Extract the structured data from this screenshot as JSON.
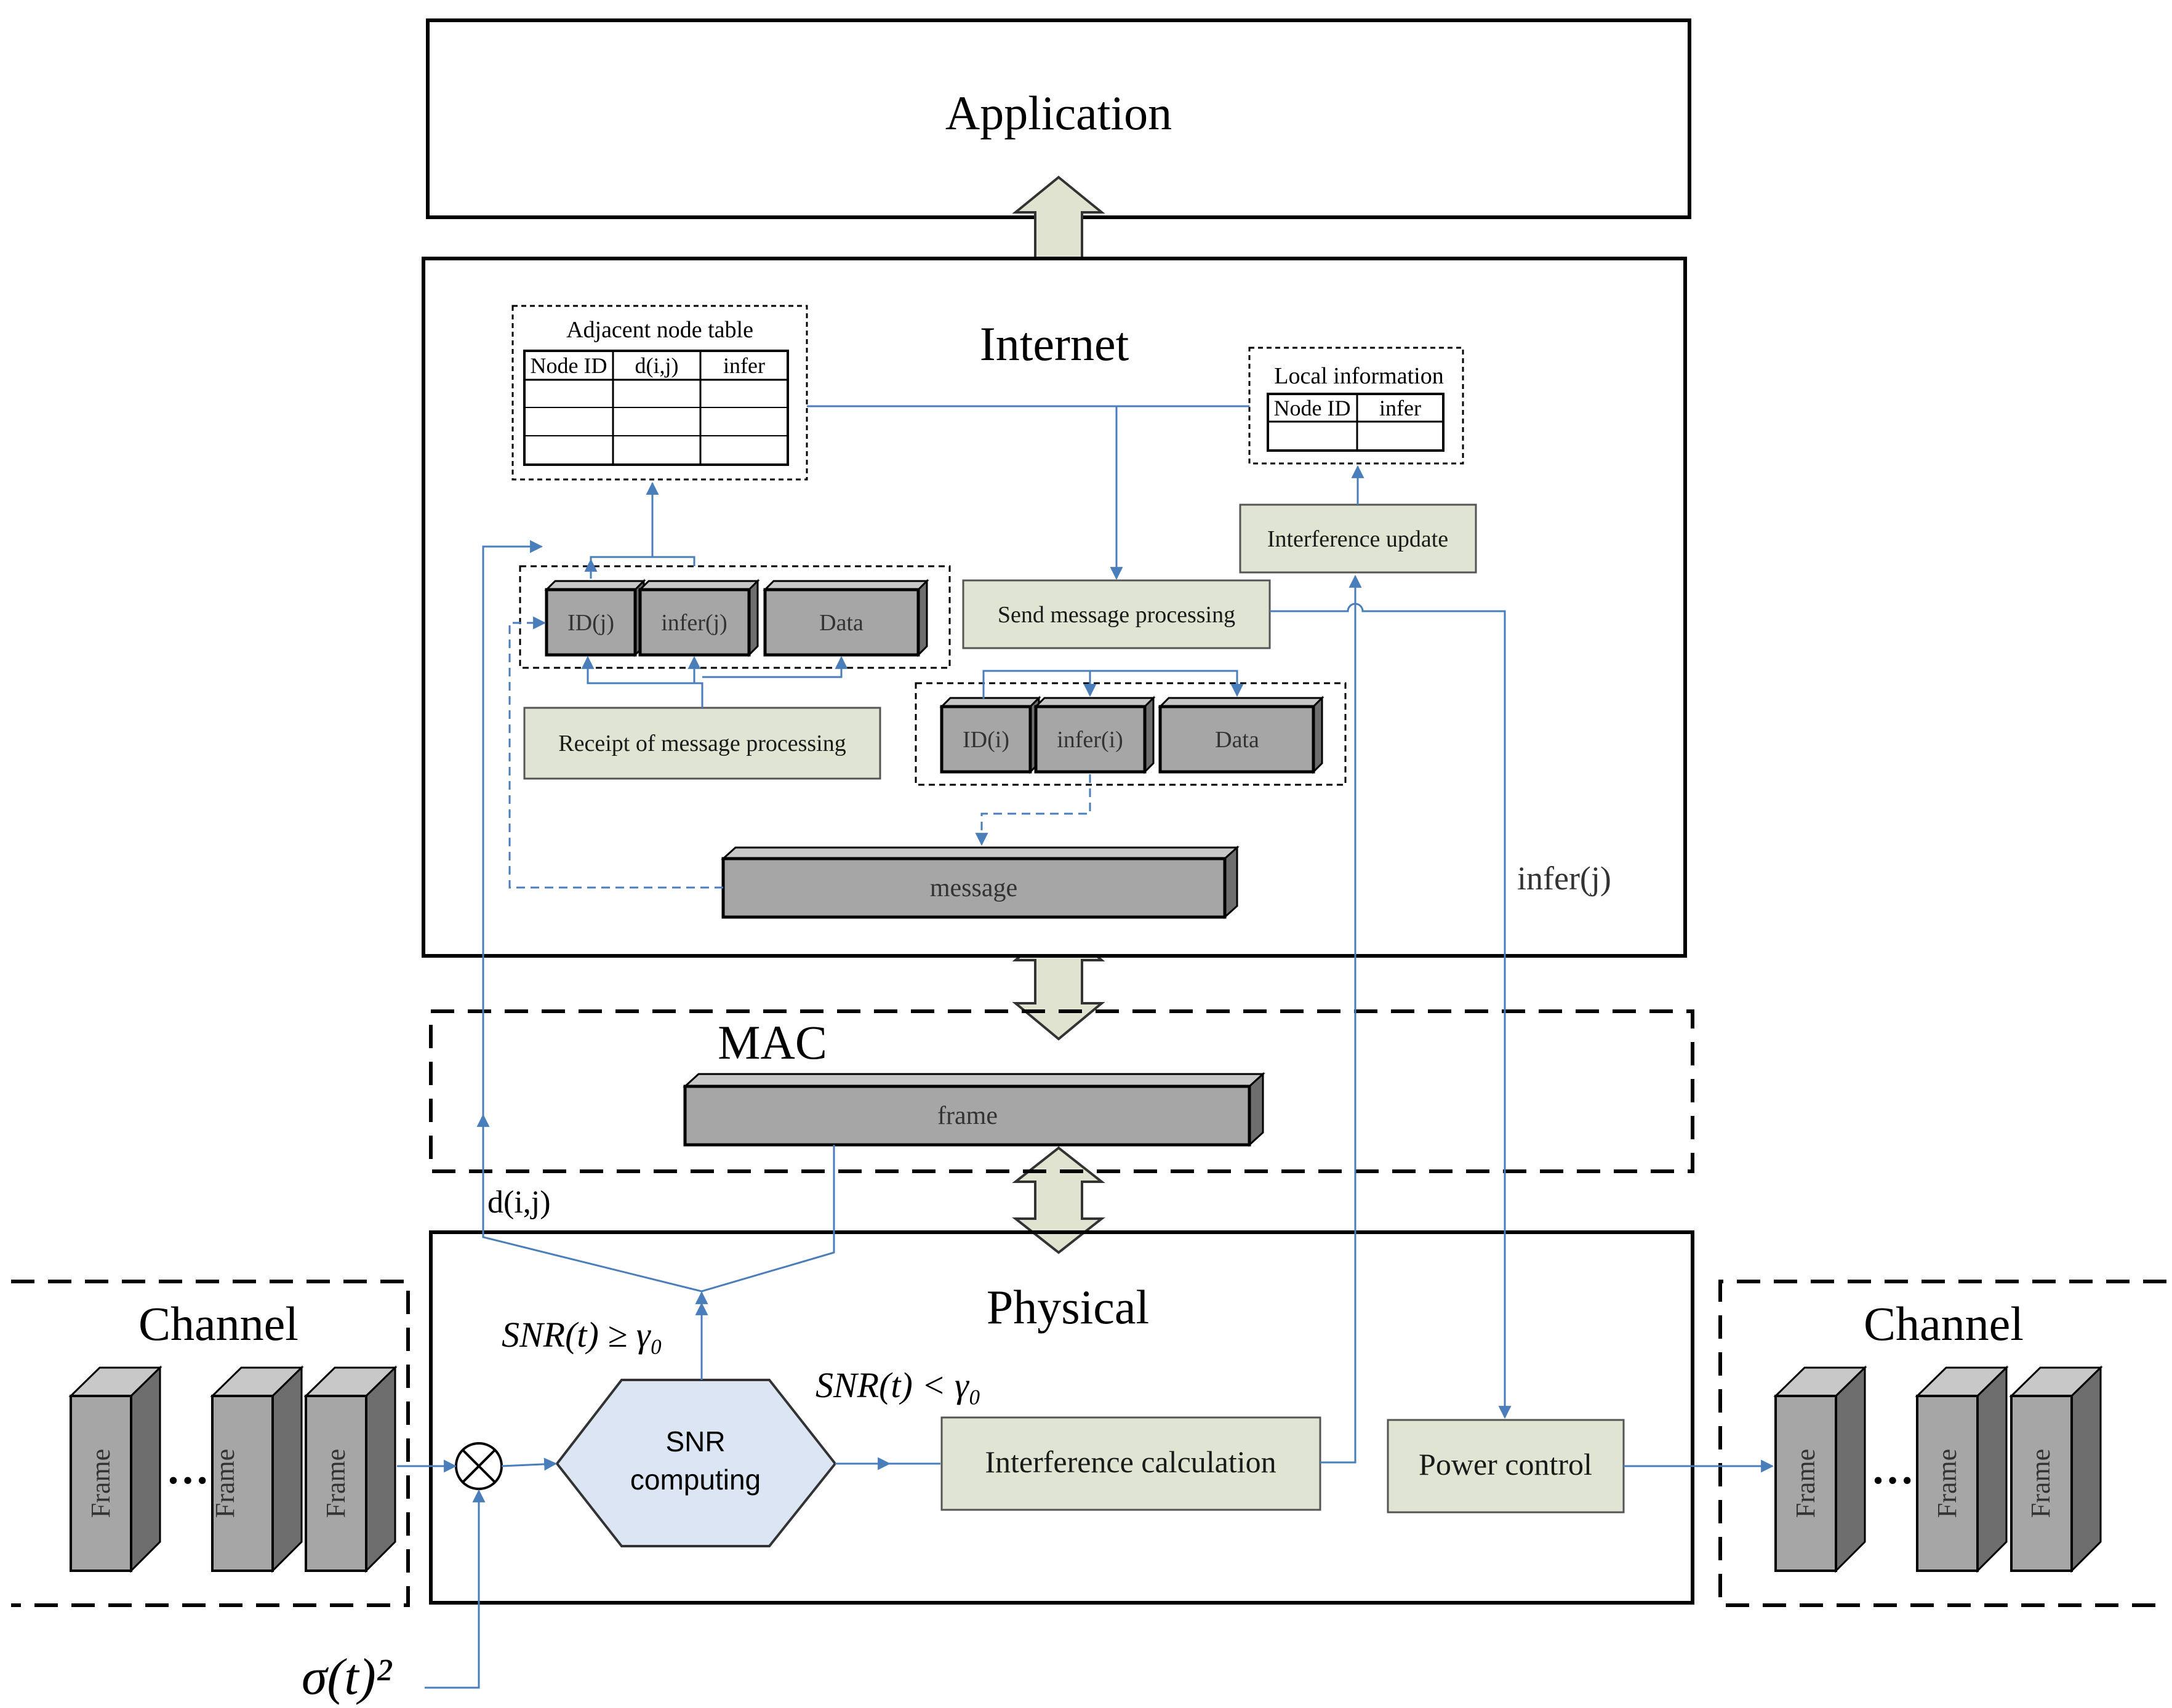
{
  "layers": {
    "application": "Application",
    "internet": "Internet",
    "mac": "MAC",
    "physical": "Physical"
  },
  "adjacent_table": {
    "title": "Adjacent node table",
    "headers": [
      "Node ID",
      "d(i,j)",
      "infer"
    ]
  },
  "local_info": {
    "title": "Local information",
    "headers": [
      "Node ID",
      "infer"
    ]
  },
  "boxes": {
    "interference_update": "Interference update",
    "send_message_processing": "Send message processing",
    "receipt_message_processing": "Receipt of message processing",
    "interference_calculation": "Interference calculation",
    "power_control": "Power control",
    "snr_line1": "SNR",
    "snr_line2": "computing"
  },
  "received_fields": [
    "ID(j)",
    "infer(j)",
    "Data"
  ],
  "sent_fields": [
    "ID(i)",
    "infer(i)",
    "Data"
  ],
  "message_label": "message",
  "frame_label": "frame",
  "channel_left": "Channel",
  "channel_right": "Channel",
  "frame_block_label": "Frame",
  "ellipsis": "…",
  "labels": {
    "infer_j": "infer(j)",
    "d_ij": "d(i,j)",
    "snr_ge": "SNR(t) ≥ γ₀",
    "snr_lt": "SNR(t) < γ₀",
    "sigma": "σ(t)²"
  },
  "colors": {
    "box_fill": "#dfe5d2",
    "block_fill": "#a6a6a6",
    "block_top": "#c8c8c8",
    "block_side": "#6e6e6e",
    "arrow_fill": "#dfe3d0",
    "link": "#4a7ebb",
    "snr_fill": "#dbe5f3"
  }
}
